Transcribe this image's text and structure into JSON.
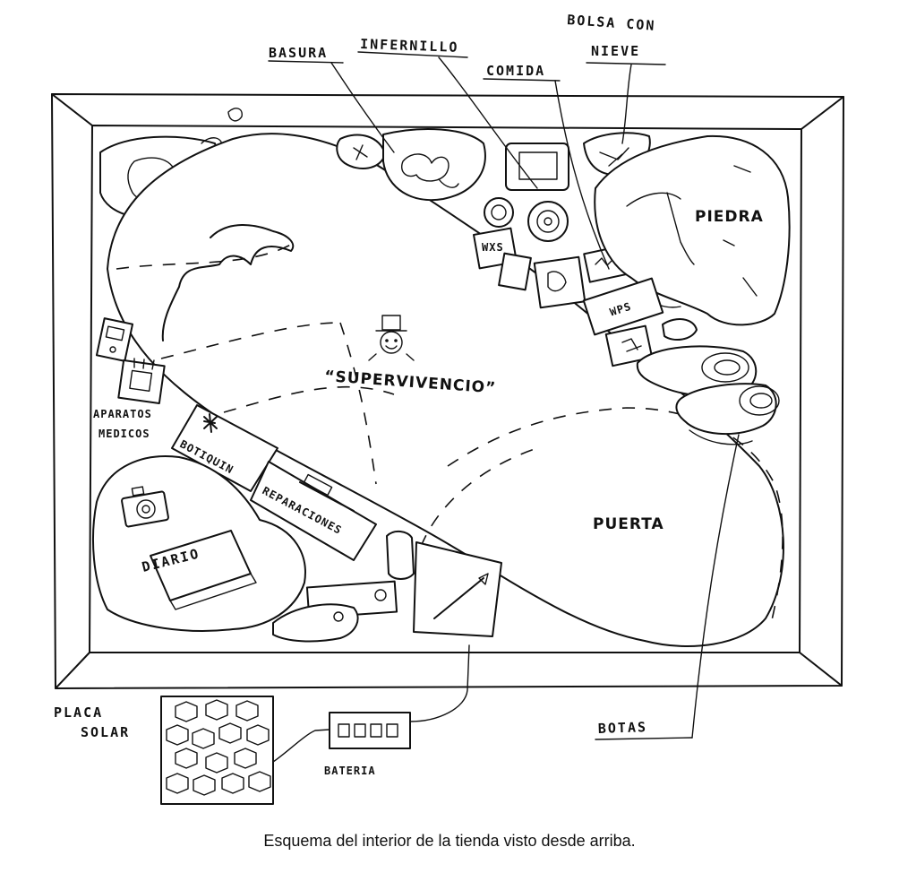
{
  "labels": {
    "basura": "BASURA",
    "infernillo": "INFERNILLO",
    "comida": "COMIDA",
    "bolsa_line1": "BOLSA CON",
    "bolsa_line2": "NIEVE",
    "piedra": "PIEDRA",
    "supervivencio": "“SUPERVIVENCIO”",
    "aparatos_line1": "APARATOS",
    "aparatos_line2": "MEDICOS",
    "botiquin": "BOTIQUIN",
    "reparaciones": "REPARACIONES",
    "diario": "DIARIO",
    "puerta": "PUERTA",
    "placa_line1": "PLACA",
    "placa_line2": "SOLAR",
    "bateria": "BATERIA",
    "botas": "BOTAS",
    "mapa_label": "WXS",
    "item_label": "WPS"
  },
  "caption": "Esquema del interior de la tienda visto desde arriba."
}
